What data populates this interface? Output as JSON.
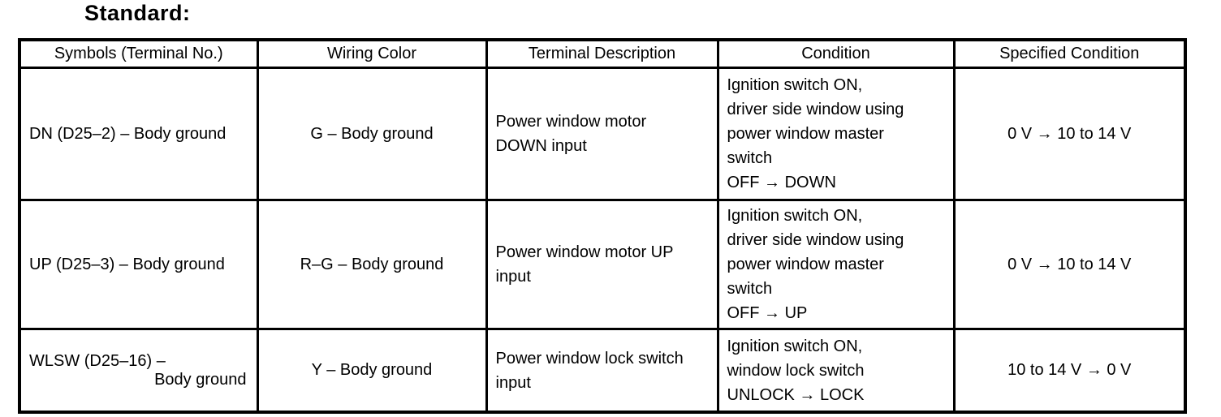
{
  "title": "Standard:",
  "table": {
    "headers": [
      "Symbols (Terminal No.)",
      "Wiring Color",
      "Terminal Description",
      "Condition",
      "Specified Condition"
    ],
    "rows": [
      {
        "symbols": "DN (D25–2) – Body ground",
        "symbols_line2": "",
        "wiring_color": "G – Body ground",
        "terminal_description": "Power window motor\nDOWN input",
        "condition": "Ignition switch ON,\ndriver side window using\npower window master\nswitch\nOFF → DOWN",
        "specified_condition": "0 V → 10 to 14 V"
      },
      {
        "symbols": "UP (D25–3) – Body ground",
        "symbols_line2": "",
        "wiring_color": "R–G – Body ground",
        "terminal_description": "Power window motor UP\ninput",
        "condition": "Ignition switch ON,\ndriver side window using\npower window master\nswitch\nOFF → UP",
        "specified_condition": "0 V → 10 to 14 V"
      },
      {
        "symbols": "WLSW (D25–16) –",
        "symbols_line2": "Body ground",
        "wiring_color": "Y – Body ground",
        "terminal_description": "Power window lock switch\ninput",
        "condition": "Ignition switch ON,\nwindow lock switch\nUNLOCK → LOCK",
        "specified_condition": "10 to 14 V → 0 V"
      }
    ]
  }
}
